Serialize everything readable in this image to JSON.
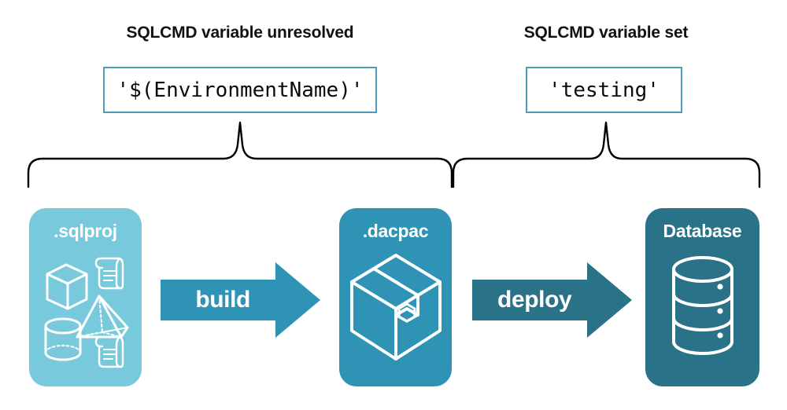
{
  "diagram": {
    "title_unresolved": "SQLCMD variable unresolved",
    "title_set": "SQLCMD variable set",
    "value_unresolved": "'$(EnvironmentName)'",
    "value_set": "'testing'",
    "cards": [
      {
        "id": "sqlproj",
        "label": ".sqlproj",
        "color": "#79c9dd",
        "icons": [
          "cube-icon",
          "scroll-icon",
          "pyramid-icon",
          "cylinder-icon",
          "scroll-icon"
        ]
      },
      {
        "id": "dacpac",
        "label": ".dacpac",
        "color": "#2e93b4",
        "icons": [
          "package-box-icon"
        ]
      },
      {
        "id": "database",
        "label": "Database",
        "color": "#2a7287",
        "icons": [
          "database-cylinder-icon"
        ]
      }
    ],
    "arrows": [
      {
        "id": "build",
        "label": "build",
        "color": "#2e93b4"
      },
      {
        "id": "deploy",
        "label": "deploy",
        "color": "#2a7287"
      }
    ],
    "colors": {
      "code_box_border": "#4d9cba",
      "brace_stroke": "#000000",
      "heading_text": "#111111",
      "card_text": "#ffffff",
      "background": "#ffffff"
    }
  }
}
